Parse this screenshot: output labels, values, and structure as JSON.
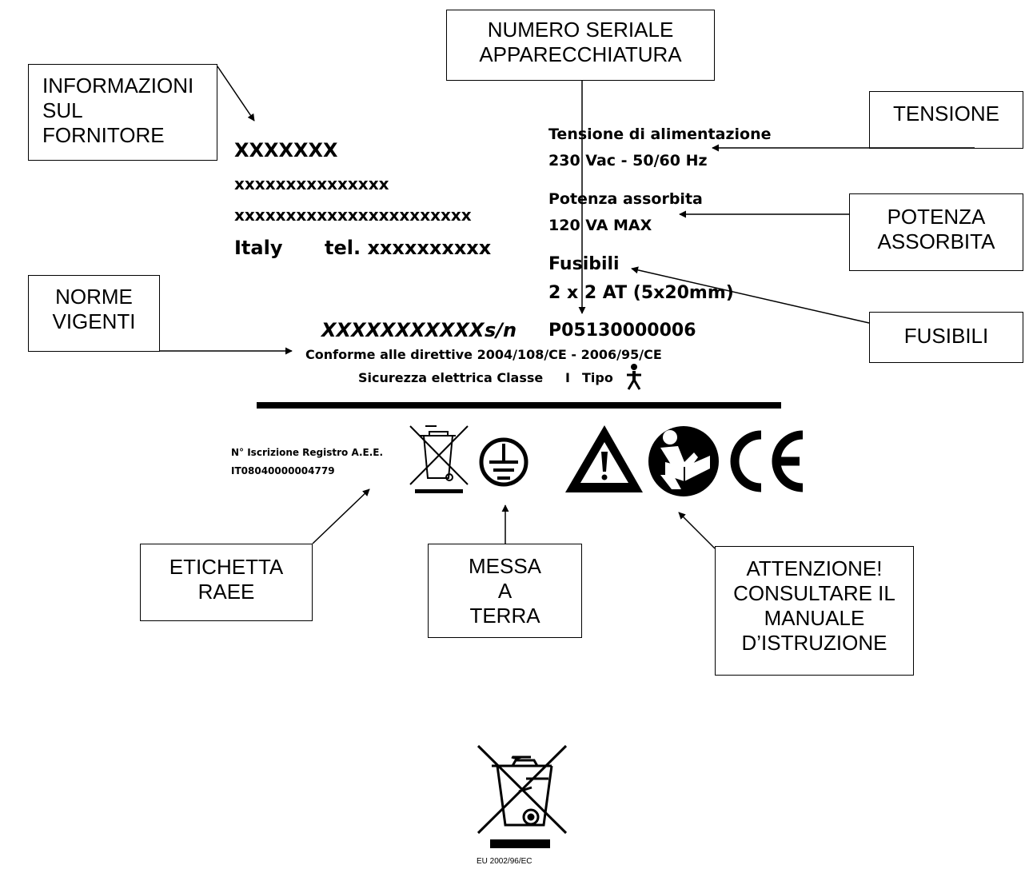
{
  "callouts": {
    "supplier": [
      "INFORMAZIONI",
      "SUL",
      "FORNITORE"
    ],
    "serial": [
      "NUMERO SERIALE",
      "APPARECCHIATURA"
    ],
    "voltage": [
      "TENSIONE"
    ],
    "power": [
      "POTENZA",
      "ASSORBITA"
    ],
    "fuses": [
      "FUSIBILI"
    ],
    "norms": [
      "NORME",
      "VIGENTI"
    ],
    "raee": [
      "ETICHETTA",
      "RAEE"
    ],
    "ground": [
      "MESSA",
      "A",
      "TERRA"
    ],
    "manual": [
      "ATTENZIONE!",
      "CONSULTARE IL",
      "MANUALE",
      "D’ISTRUZIONE"
    ]
  },
  "plate": {
    "supplier_name": "XXXXXXX",
    "supplier_line1": "xxxxxxxxxxxxxxx",
    "supplier_line2": "xxxxxxxxxxxxxxxxxxxxxxx",
    "country": "Italy",
    "phone": "tel. xxxxxxxxxx",
    "voltage_label": "Tensione di alimentazione",
    "voltage_value": "230 Vac - 50/60 Hz",
    "power_label": "Potenza assorbita",
    "power_value": "120 VA MAX",
    "fuses_label": "Fusibili",
    "fuses_value": "2 x 2 AT (5x20mm)",
    "model": "XXXXXXXXXXX",
    "sn_label": "s/n",
    "serial": "P05130000006",
    "compliance": "Conforme alle direttive 2004/108/CE - 2006/95/CE",
    "safety_class": "Sicurezza elettrica Classe",
    "safety_class_value": "I",
    "safety_type": "Tipo",
    "registry_label": "N° Iscrizione Registro A.E.E.",
    "registry_number": "IT08040000004779"
  },
  "symbols": [
    "weee-bin-icon",
    "protective-earth-icon",
    "warning-triangle-icon",
    "read-manual-icon",
    "ce-mark-icon",
    "type-b-person-icon"
  ],
  "footer": {
    "weee_directive": "EU 2002/96/EC"
  }
}
